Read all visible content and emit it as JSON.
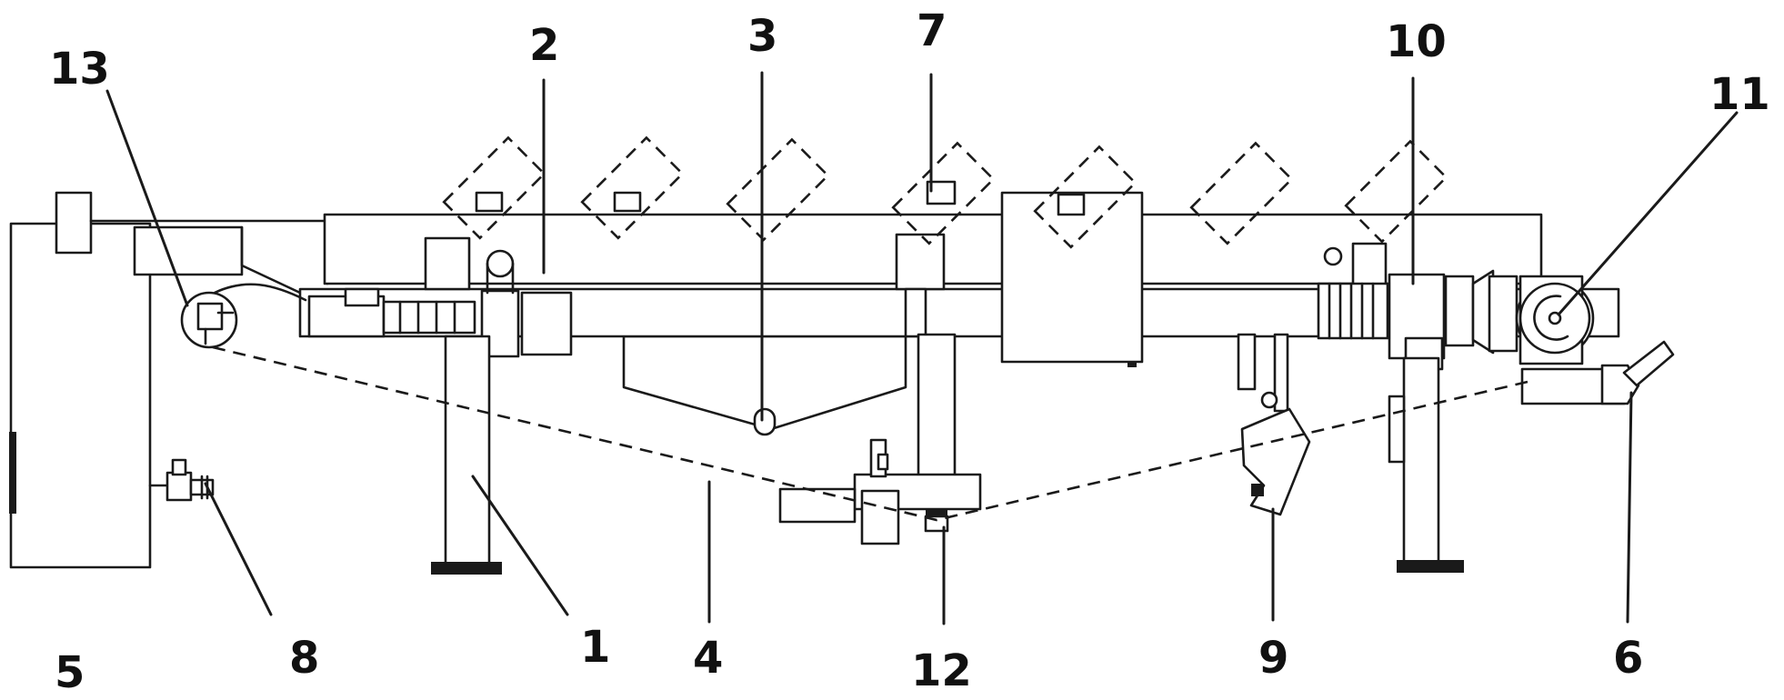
{
  "diagram": {
    "callouts": [
      {
        "id": "1",
        "text": "1"
      },
      {
        "id": "2",
        "text": "2"
      },
      {
        "id": "3",
        "text": "3"
      },
      {
        "id": "4",
        "text": "4"
      },
      {
        "id": "5",
        "text": "5"
      },
      {
        "id": "6",
        "text": "6"
      },
      {
        "id": "7",
        "text": "7"
      },
      {
        "id": "8",
        "text": "8"
      },
      {
        "id": "9",
        "text": "9"
      },
      {
        "id": "10",
        "text": "10"
      },
      {
        "id": "11",
        "text": "11"
      },
      {
        "id": "12",
        "text": "12"
      },
      {
        "id": "13",
        "text": "13"
      }
    ],
    "colors": {
      "ink": "#1a1a1a",
      "background": "#ffffff"
    }
  }
}
